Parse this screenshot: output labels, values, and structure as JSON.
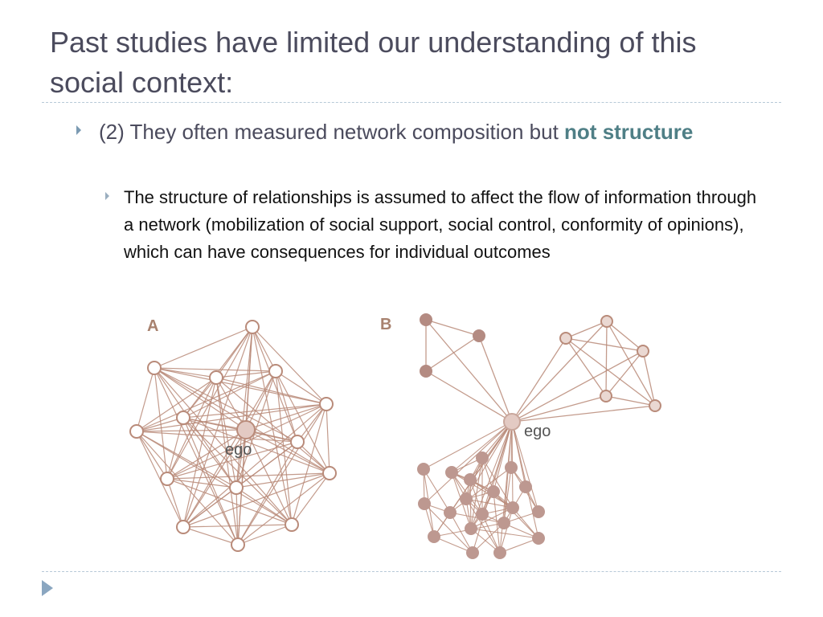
{
  "slide": {
    "title": "Past studies have limited our understanding of this social context:",
    "bullet1": {
      "prefix": "(2) They often measured network composition but ",
      "emphasis": "not structure"
    },
    "bullet2": "The structure of relationships is assumed to affect the flow of information through a network (mobilization of social support, social control, conformity of opinions), which can have consequences for individual outcomes"
  },
  "figure": {
    "panel_a_label": "A",
    "panel_b_label": "B",
    "ego_label_a": "ego",
    "ego_label_b": "ego"
  },
  "colors": {
    "title": "#4b4b5d",
    "emphasis": "#4f7f86",
    "edge": "#b88a78",
    "node_stroke_a": "#b98b7a",
    "node_fill_a": "#ffffff",
    "node_fill_b_upper_left": "#b48b82",
    "node_fill_b_right": "#ead8d2",
    "node_fill_b_bottom": "#bd9890",
    "ego_fill": "#e3cac3",
    "panel_label": "#a8826f",
    "rule": "#b7c9d7"
  }
}
